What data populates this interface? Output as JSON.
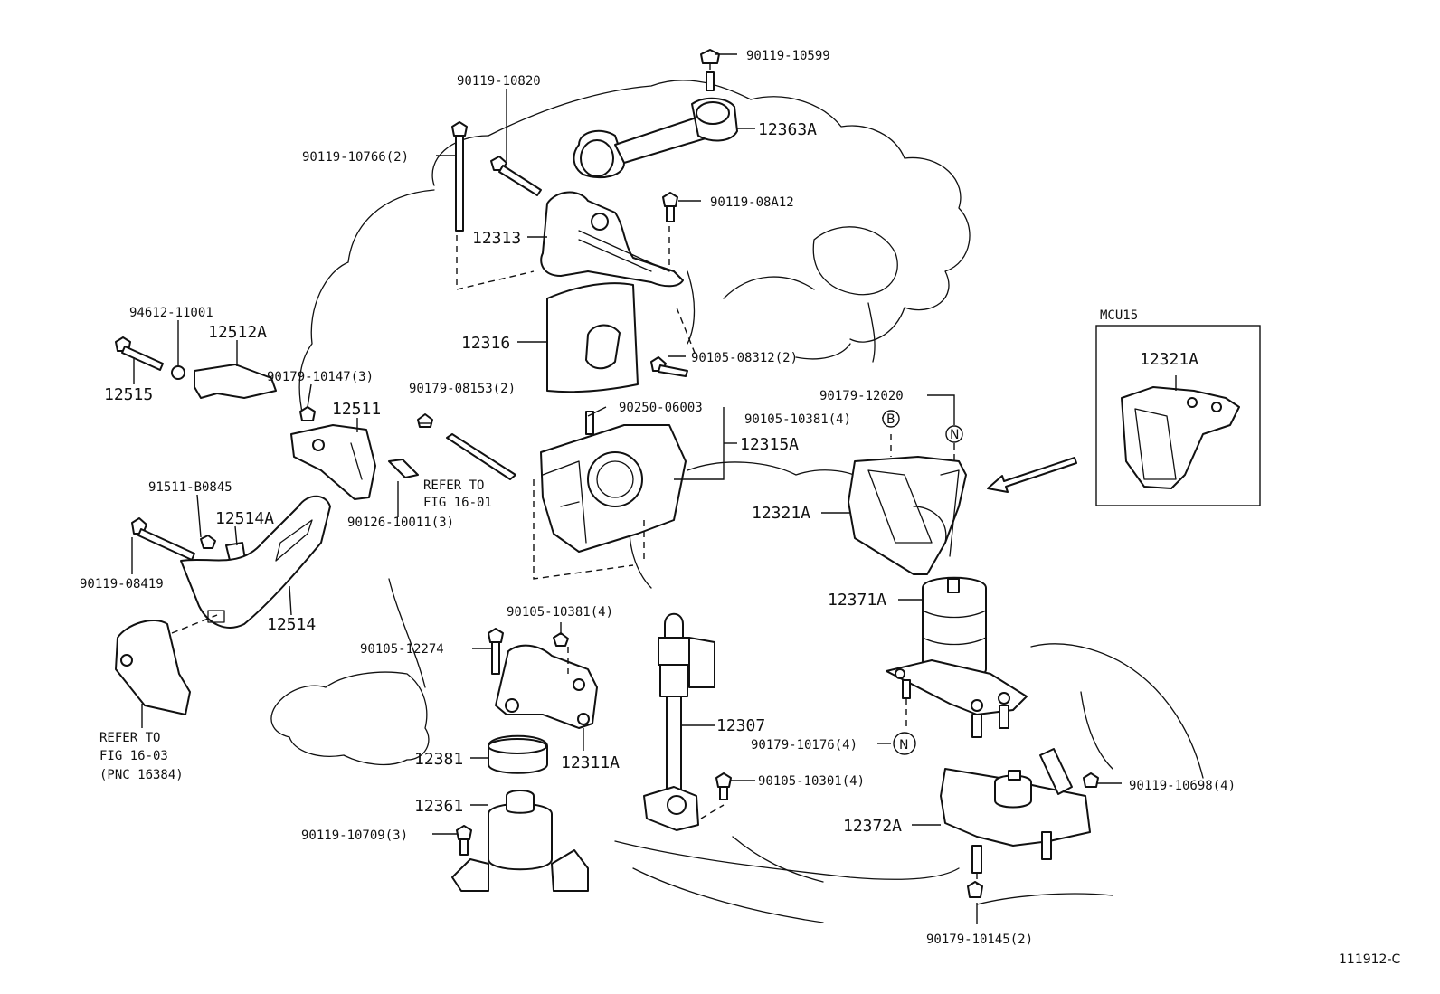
{
  "diagram_id": "111912-C",
  "inset": {
    "title": "MCU15",
    "part": "12321A"
  },
  "labels": {
    "p90119_10599": "90119-10599",
    "p90119_10820": "90119-10820",
    "p12363A": "12363A",
    "p90119_10766": "90119-10766(2)",
    "p90119_08A12": "90119-08A12",
    "p12313": "12313",
    "p94612_11001": "94612-11001",
    "p12512A": "12512A",
    "p12316": "12316",
    "p90105_08312": "90105-08312(2)",
    "p12515": "12515",
    "p90179_10147": "90179-10147(3)",
    "p90179_08153": "90179-08153(2)",
    "p90179_12020": "90179-12020",
    "p12511": "12511",
    "p90250_06003": "90250-06003",
    "p90105_10381_top": "90105-10381(4)",
    "p12315A": "12315A",
    "refer_fig1601_a": "REFER TO",
    "refer_fig1601_b": "FIG 16-01",
    "p91511_B0845": "91511-B0845",
    "p12514A": "12514A",
    "p90126_10011": "90126-10011(3)",
    "p12321A_main": "12321A",
    "p90119_08419": "90119-08419",
    "p12514": "12514",
    "p90105_10381_mid": "90105-10381(4)",
    "p12371A": "12371A",
    "p90105_12274": "90105-12274",
    "refer_fig1603_a": "REFER TO",
    "refer_fig1603_b": "FIG 16-03",
    "refer_fig1603_c": "(PNC 16384)",
    "p12307": "12307",
    "p90179_10176": "90179-10176(4)",
    "p12381": "12381",
    "p12311A": "12311A",
    "p90105_10301": "90105-10301(4)",
    "p90119_10698": "90119-10698(4)",
    "p12361": "12361",
    "p12372A": "12372A",
    "p90119_10709": "90119-10709(3)",
    "p90179_10145": "90179-10145(2)"
  },
  "markers": {
    "B": "B",
    "N1": "N",
    "N2": "N"
  }
}
